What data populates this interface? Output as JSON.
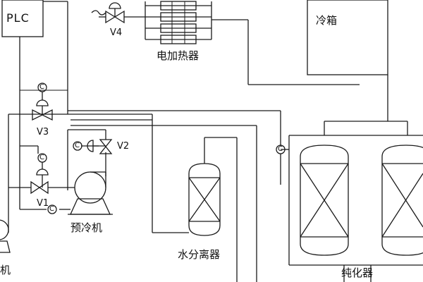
{
  "labels": {
    "plc": "PLC",
    "cold_box": "冷箱",
    "electric_heater": "电加热器",
    "valve_v4": "V4",
    "valve_v3": "V3",
    "valve_v2": "V2",
    "valve_v1": "V1",
    "precooler": "预冷机",
    "water_separator": "水分离器",
    "purifier": "纯化器",
    "partial_left": "机"
  },
  "gauge_symbol": "C",
  "colors": {
    "line": "#1a1a1a",
    "background": "#ffffff"
  }
}
